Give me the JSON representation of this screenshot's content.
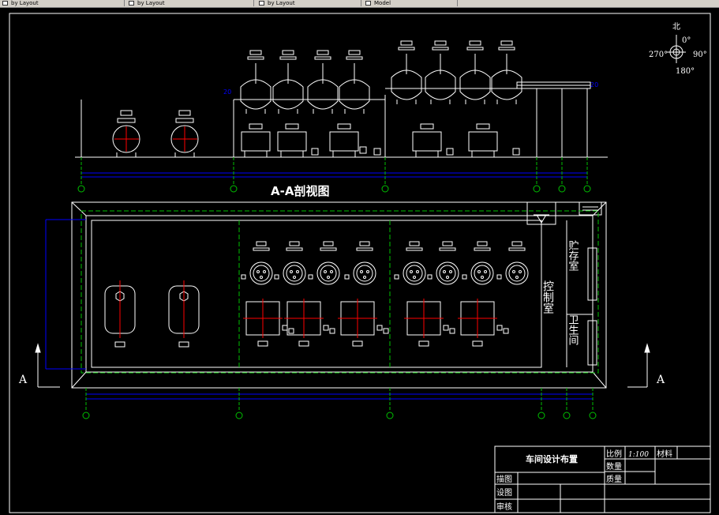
{
  "tabs": [
    {
      "label": "by Layout"
    },
    {
      "label": "by Layout"
    },
    {
      "label": "by Layout"
    },
    {
      "label": "Model"
    }
  ],
  "section_title": "A-A剖视图",
  "section_mark": "A",
  "rooms": {
    "control": "控制室",
    "storage": "贮存室",
    "restroom": "卫生间"
  },
  "compass": {
    "north": "北",
    "deg0": "0°",
    "deg90": "90°",
    "deg180": "180°",
    "deg270": "270°"
  },
  "title_block": {
    "drawing_name": "车间设计布置",
    "scale_label": "比例",
    "scale_value": "1:100",
    "material_label": "材料",
    "quantity_label": "数量",
    "weight_label": "质量",
    "drawn_label": "描图",
    "designed_label": "设图",
    "checked_label": "审核"
  },
  "colors": {
    "line": "#ffffff",
    "dimension": "#0000ff",
    "axis": "#00c000",
    "center": "#ff0000",
    "background": "#000000"
  }
}
